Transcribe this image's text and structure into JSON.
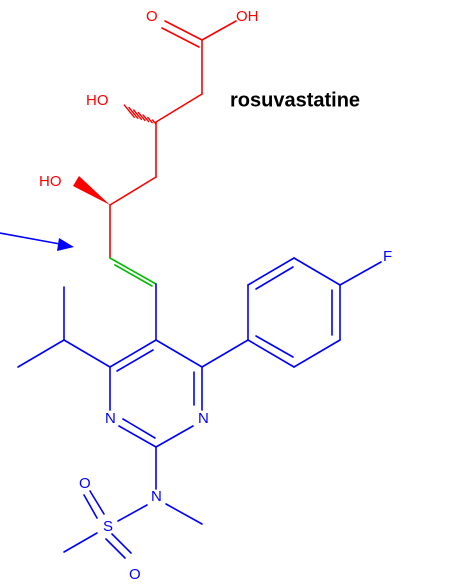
{
  "compound": {
    "name": "rosuvastatine"
  },
  "atoms": {
    "o_carbonyl": "O",
    "oh_acid": "OH",
    "ho_upper": "HO",
    "ho_lower": "HO",
    "fluorine": "F",
    "n_left": "N",
    "n_right": "N",
    "n_amine": "N",
    "sulfur": "S",
    "o_sulfonyl_top": "O",
    "o_sulfonyl_bottom": "O"
  },
  "colors": {
    "side_chain": "#ff0000",
    "double_bond": "#00bb00",
    "core": "#0000ff",
    "name_text": "#000000"
  }
}
